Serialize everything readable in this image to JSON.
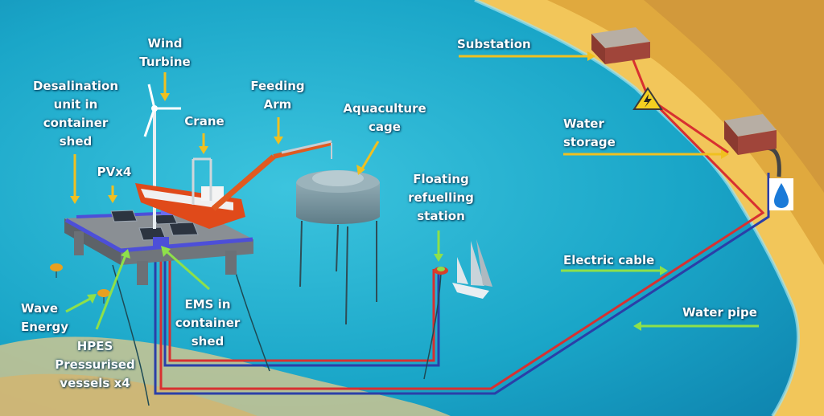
{
  "colors": {
    "sea": "#1aa6c8",
    "shore": "#f2c65a",
    "pointer_yellow": "#f0c020",
    "pointer_green": "#8ee04a",
    "electric_cable": "#d83030",
    "water_pipe": "#2b3fa8"
  },
  "icons": [
    "lightning-warning-icon",
    "water-drop-icon"
  ],
  "labels": {
    "wind_turbine": "Wind\nTurbine",
    "desalination": "Desalination\nunit in\ncontainer\nshed",
    "feeding_arm": "Feeding\nArm",
    "crane": "Crane",
    "pv": "PVx4",
    "aquaculture": "Aquaculture\ncage",
    "substation": "Substation",
    "water_storage": "Water\nstorage",
    "floating_station": "Floating\nrefuelling\nstation",
    "electric_cable": "Electric cable",
    "water_pipe": "Water pipe",
    "wave_energy": "Wave\nEnergy",
    "ems": "EMS in\ncontainer\nshed",
    "hpes": "HPES\nPressurised\nvessels x4"
  }
}
